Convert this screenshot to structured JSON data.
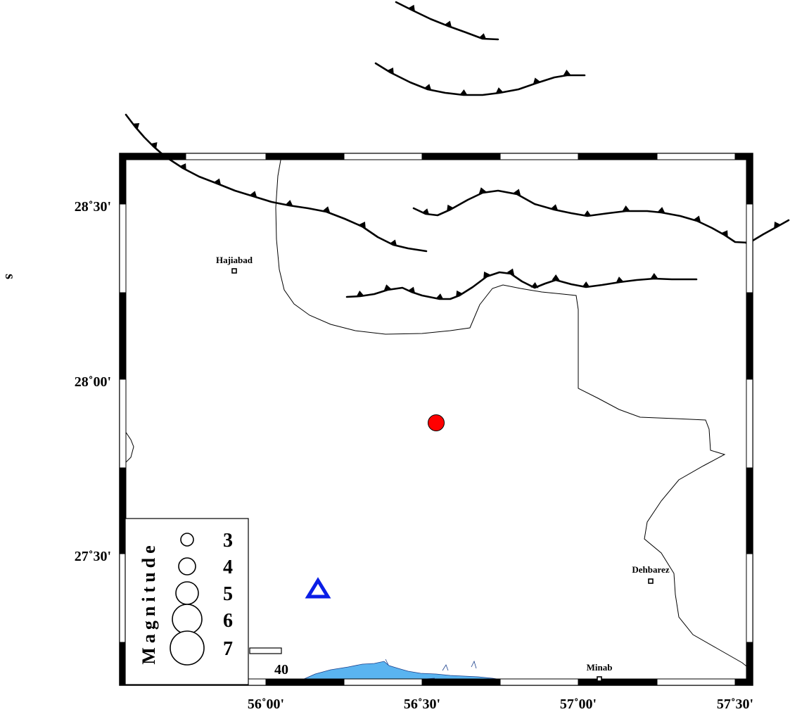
{
  "map": {
    "lon_ticks": [
      "56˚00'",
      "56˚30'",
      "57˚00'",
      "57˚30'"
    ],
    "lat_ticks": [
      "28˚30'",
      "28˚00'",
      "27˚30'"
    ],
    "side_glyph": "s",
    "colors": {
      "frame": "#000000",
      "sea": "#5ab4f0",
      "event_fill": "#ff0000",
      "station_stroke": "#0a1ee6",
      "fault": "#000000"
    }
  },
  "cities": [
    {
      "name": "Hajiabad",
      "icon": "square-marker-icon"
    },
    {
      "name": "Dehbarez",
      "icon": "square-marker-icon"
    },
    {
      "name": "Minab",
      "icon": "square-marker-icon"
    }
  ],
  "features": {
    "event": {
      "type": "epicenter",
      "icon": "filled-circle-icon"
    },
    "station": {
      "type": "station",
      "icon": "triangle-icon"
    }
  },
  "legend": {
    "title": "Magnitude",
    "magnitudes": [
      "3",
      "4",
      "5",
      "6",
      "7"
    ]
  },
  "scale_bar": {
    "label": "40"
  }
}
